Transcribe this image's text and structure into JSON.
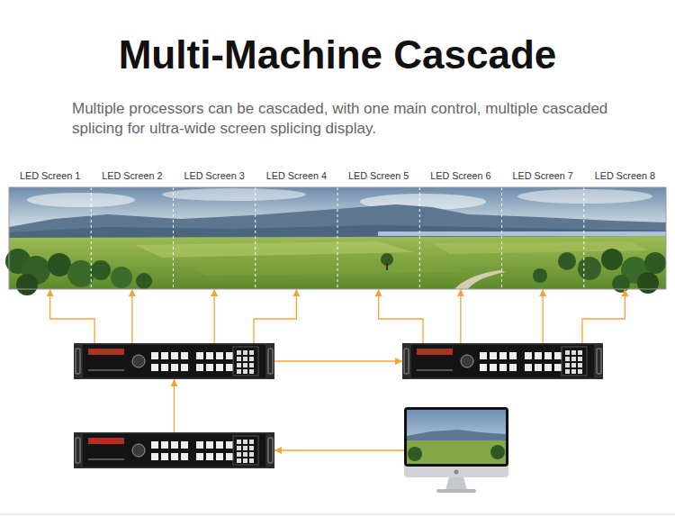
{
  "diagram": {
    "title": "Multi-Machine Cascade",
    "caption": "Multiple processors can be cascaded, with one main control, multiple cascaded splicing for ultra-wide screen splicing display.",
    "nodes": [
      {
        "text": [
          "LED Screen 1"
        ]
      },
      {
        "text": [
          "LED Screen 2"
        ]
      },
      {
        "text": [
          "LED Screen 3"
        ]
      },
      {
        "text": [
          "LED Screen 4"
        ]
      },
      {
        "text": [
          "LED Screen 5"
        ]
      },
      {
        "text": [
          "LED Screen 6"
        ]
      },
      {
        "text": [
          "LED Screen 7"
        ]
      },
      {
        "text": [
          "LED Screen 8"
        ]
      },
      {
        "text": []
      },
      {
        "text": []
      },
      {
        "text": []
      },
      {
        "text": []
      }
    ],
    "edges": [
      {
        "from": 8,
        "to": 0,
        "arrow": "to"
      },
      {
        "from": 8,
        "to": 1,
        "arrow": "to"
      },
      {
        "from": 8,
        "to": 2,
        "arrow": "to"
      },
      {
        "from": 8,
        "to": 3,
        "arrow": "to"
      },
      {
        "from": 8,
        "to": 9,
        "arrow": "to"
      },
      {
        "from": 9,
        "to": 4,
        "arrow": "to"
      },
      {
        "from": 9,
        "to": 5,
        "arrow": "to"
      },
      {
        "from": 9,
        "to": 6,
        "arrow": "to"
      },
      {
        "from": 9,
        "to": 7,
        "arrow": "to"
      },
      {
        "from": 10,
        "to": 8,
        "arrow": "to"
      },
      {
        "from": 11,
        "to": 10,
        "arrow": "to"
      }
    ]
  }
}
